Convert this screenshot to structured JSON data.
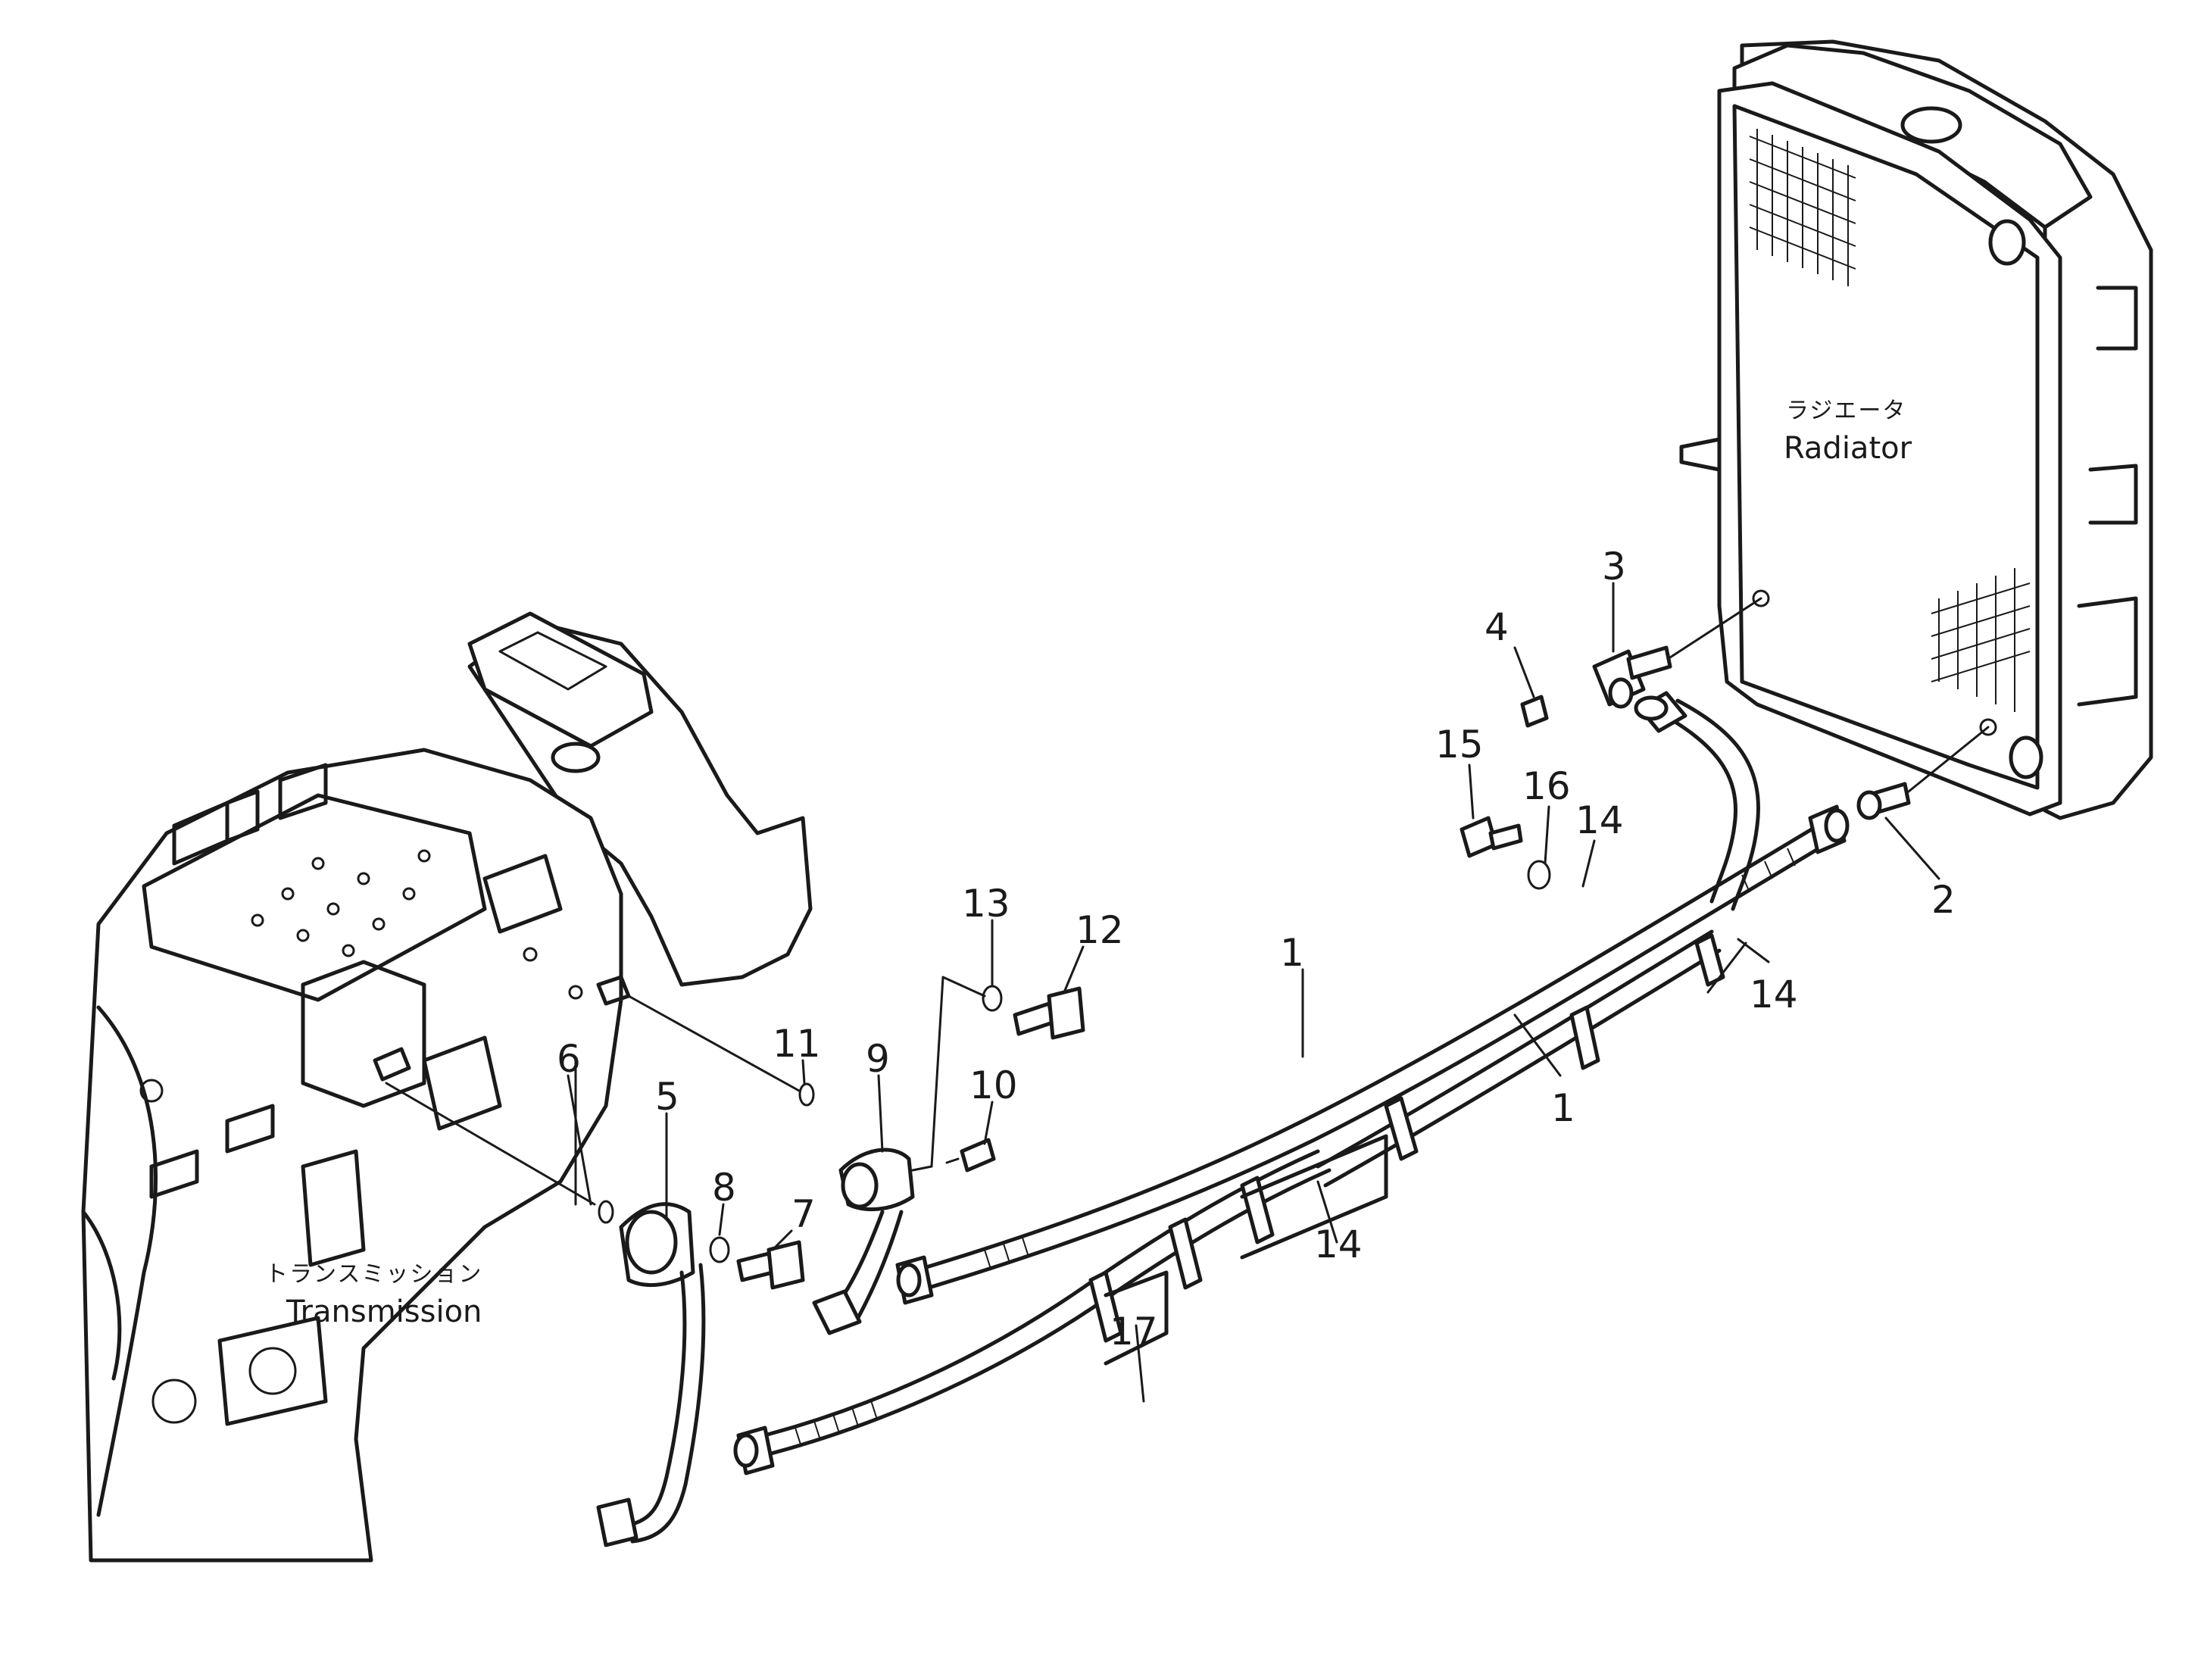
{
  "components": {
    "radiator": {
      "jp": "ラジエータ",
      "en": "Radiator"
    },
    "transmission": {
      "jp": "トランスミッション",
      "en": "Transmission"
    }
  },
  "callouts": {
    "c1a": "1",
    "c1b": "1",
    "c2": "2",
    "c3": "3",
    "c4": "4",
    "c5": "5",
    "c6": "6",
    "c7": "7",
    "c8": "8",
    "c9": "9",
    "c10": "10",
    "c11": "11",
    "c12": "12",
    "c13": "13",
    "c14a": "14",
    "c14b": "14",
    "c14c": "14",
    "c15": "15",
    "c16": "16",
    "c17": "17"
  }
}
